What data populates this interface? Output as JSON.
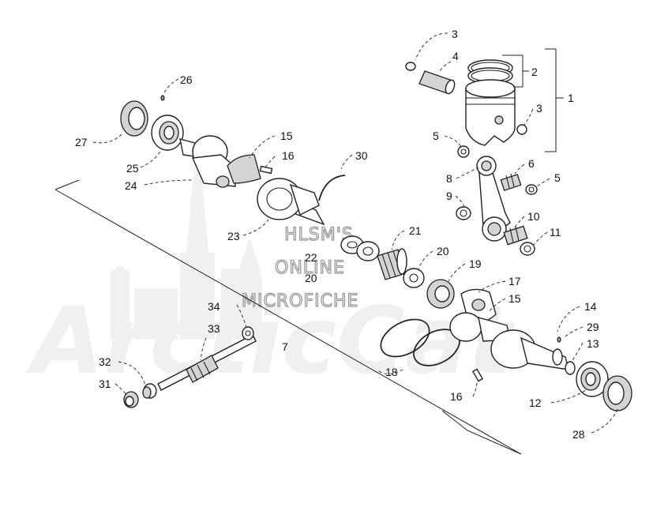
{
  "watermark": {
    "line1": "HLSM'S",
    "line2": "ONLINE",
    "line3": "MICROFICHE",
    "brand": "ArcticCat",
    "brand_color": "#f0f0f0",
    "text_outline_color": "#9a9a9a"
  },
  "callouts": {
    "c1": "1",
    "c2": "2",
    "c3a": "3",
    "c3b": "3",
    "c4": "4",
    "c5a": "5",
    "c5b": "5",
    "c6": "6",
    "c7": "7",
    "c8": "8",
    "c9": "9",
    "c10": "10",
    "c11": "11",
    "c12": "12",
    "c13": "13",
    "c14": "14",
    "c15a": "15",
    "c15b": "15",
    "c16a": "16",
    "c16b": "16",
    "c17": "17",
    "c18": "18",
    "c19": "19",
    "c20a": "20",
    "c20b": "20",
    "c21": "21",
    "c22": "22",
    "c23": "23",
    "c24": "24",
    "c25": "25",
    "c26": "26",
    "c27": "27",
    "c28": "28",
    "c29": "29",
    "c30": "30",
    "c31": "31",
    "c32": "32",
    "c33": "33",
    "c34": "34"
  },
  "colors": {
    "line": "#222222",
    "shade": "#d4d4d4",
    "dark": "#9a9a9a"
  }
}
